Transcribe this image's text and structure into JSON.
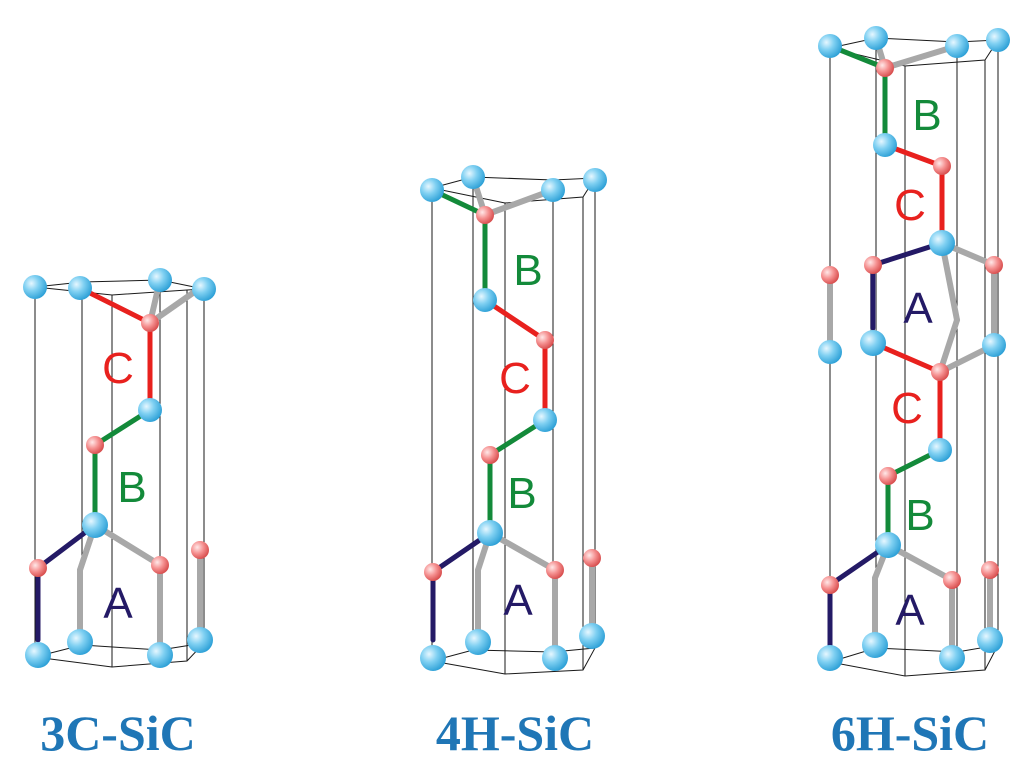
{
  "structures": [
    {
      "name": "3C-SiC",
      "layers": [
        "A",
        "B",
        "C"
      ]
    },
    {
      "name": "4H-SiC",
      "layers": [
        "A",
        "B",
        "C",
        "B"
      ]
    },
    {
      "name": "6H-SiC",
      "layers": [
        "A",
        "B",
        "C",
        "A",
        "C",
        "B"
      ]
    }
  ],
  "colors": {
    "A": "#241a66",
    "B": "#138a3a",
    "C": "#e8211e",
    "si_atom": "#5fc2ec",
    "c_atom": "#f48a8a",
    "title": "#1f76b6"
  }
}
